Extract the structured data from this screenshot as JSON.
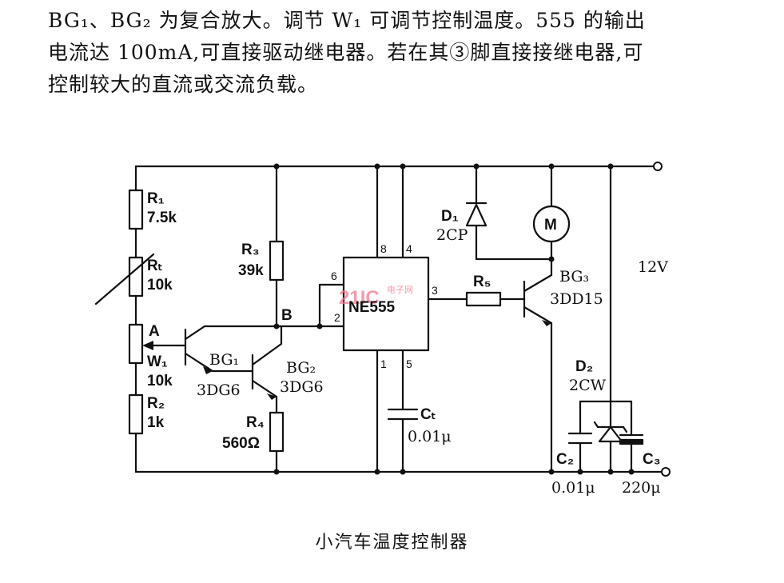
{
  "intro": {
    "line1": "BG₁、BG₂ 为复合放大。调节 W₁ 可调节控制温度。555 的输出",
    "line2": "电流达 100mA,可直接驱动继电器。若在其③脚直接接继电器,可",
    "line3": "控制较大的直流或交流负载。"
  },
  "caption": "小汽车温度控制器",
  "watermark": {
    "main": "21IC",
    "sub": "电子网"
  },
  "components": {
    "r1_name": "R₁",
    "r1_value": "7.5k",
    "rt_name": "Rₜ",
    "rt_value": "10k",
    "node_a": "A",
    "w1_name": "W₁",
    "w1_value": "10k",
    "r2_name": "R₂",
    "r2_value": "1k",
    "r3_name": "R₃",
    "r3_value": "39k",
    "node_b": "B",
    "bg1_name": "BG₁",
    "bg1_type": "3DG6",
    "bg2_name": "BG₂",
    "bg2_type": "3DG6",
    "r4_name": "R₄",
    "r4_value": "560Ω",
    "ic_name": "NE555",
    "pin_6": "6",
    "pin_2": "2",
    "pin_8": "8",
    "pin_4": "4",
    "pin_3": "3",
    "pin_1": "1",
    "pin_5": "5",
    "ct_name": "Cₜ",
    "ct_value": "0.01μ",
    "d1_name": "D₁",
    "d1_type": "2CP",
    "motor": "M",
    "r5_name": "R₅",
    "bg3_name": "BG₃",
    "bg3_type": "3DD15",
    "supply": "12V",
    "d2_name": "D₂",
    "d2_type": "2CW",
    "c2_name": "C₂",
    "c2_value": "0.01μ",
    "c3_name": "C₃",
    "c3_value": "220μ"
  }
}
